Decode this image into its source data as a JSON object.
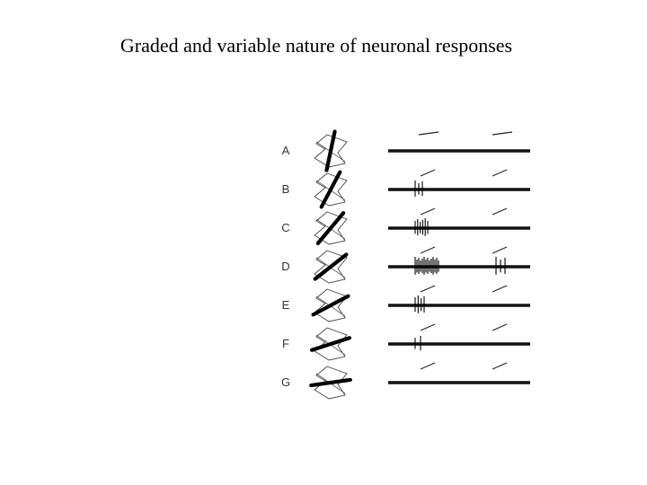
{
  "slide": {
    "title": "Graded and variable nature of neuronal responses"
  },
  "figure": {
    "rows": [
      {
        "label": "A",
        "bar_angle_deg": 78,
        "spikes_first": 0,
        "spikes_second": 0
      },
      {
        "label": "B",
        "bar_angle_deg": 62,
        "spikes_first": 3,
        "spikes_second": 0
      },
      {
        "label": "C",
        "bar_angle_deg": 50,
        "spikes_first": 6,
        "spikes_second": 0
      },
      {
        "label": "D",
        "bar_angle_deg": 38,
        "spikes_first": 14,
        "spikes_second": 3
      },
      {
        "label": "E",
        "bar_angle_deg": 28,
        "spikes_first": 4,
        "spikes_second": 0
      },
      {
        "label": "F",
        "bar_angle_deg": 18,
        "spikes_first": 2,
        "spikes_second": 0
      },
      {
        "label": "G",
        "bar_angle_deg": 8,
        "spikes_first": 0,
        "spikes_second": 0
      }
    ]
  }
}
